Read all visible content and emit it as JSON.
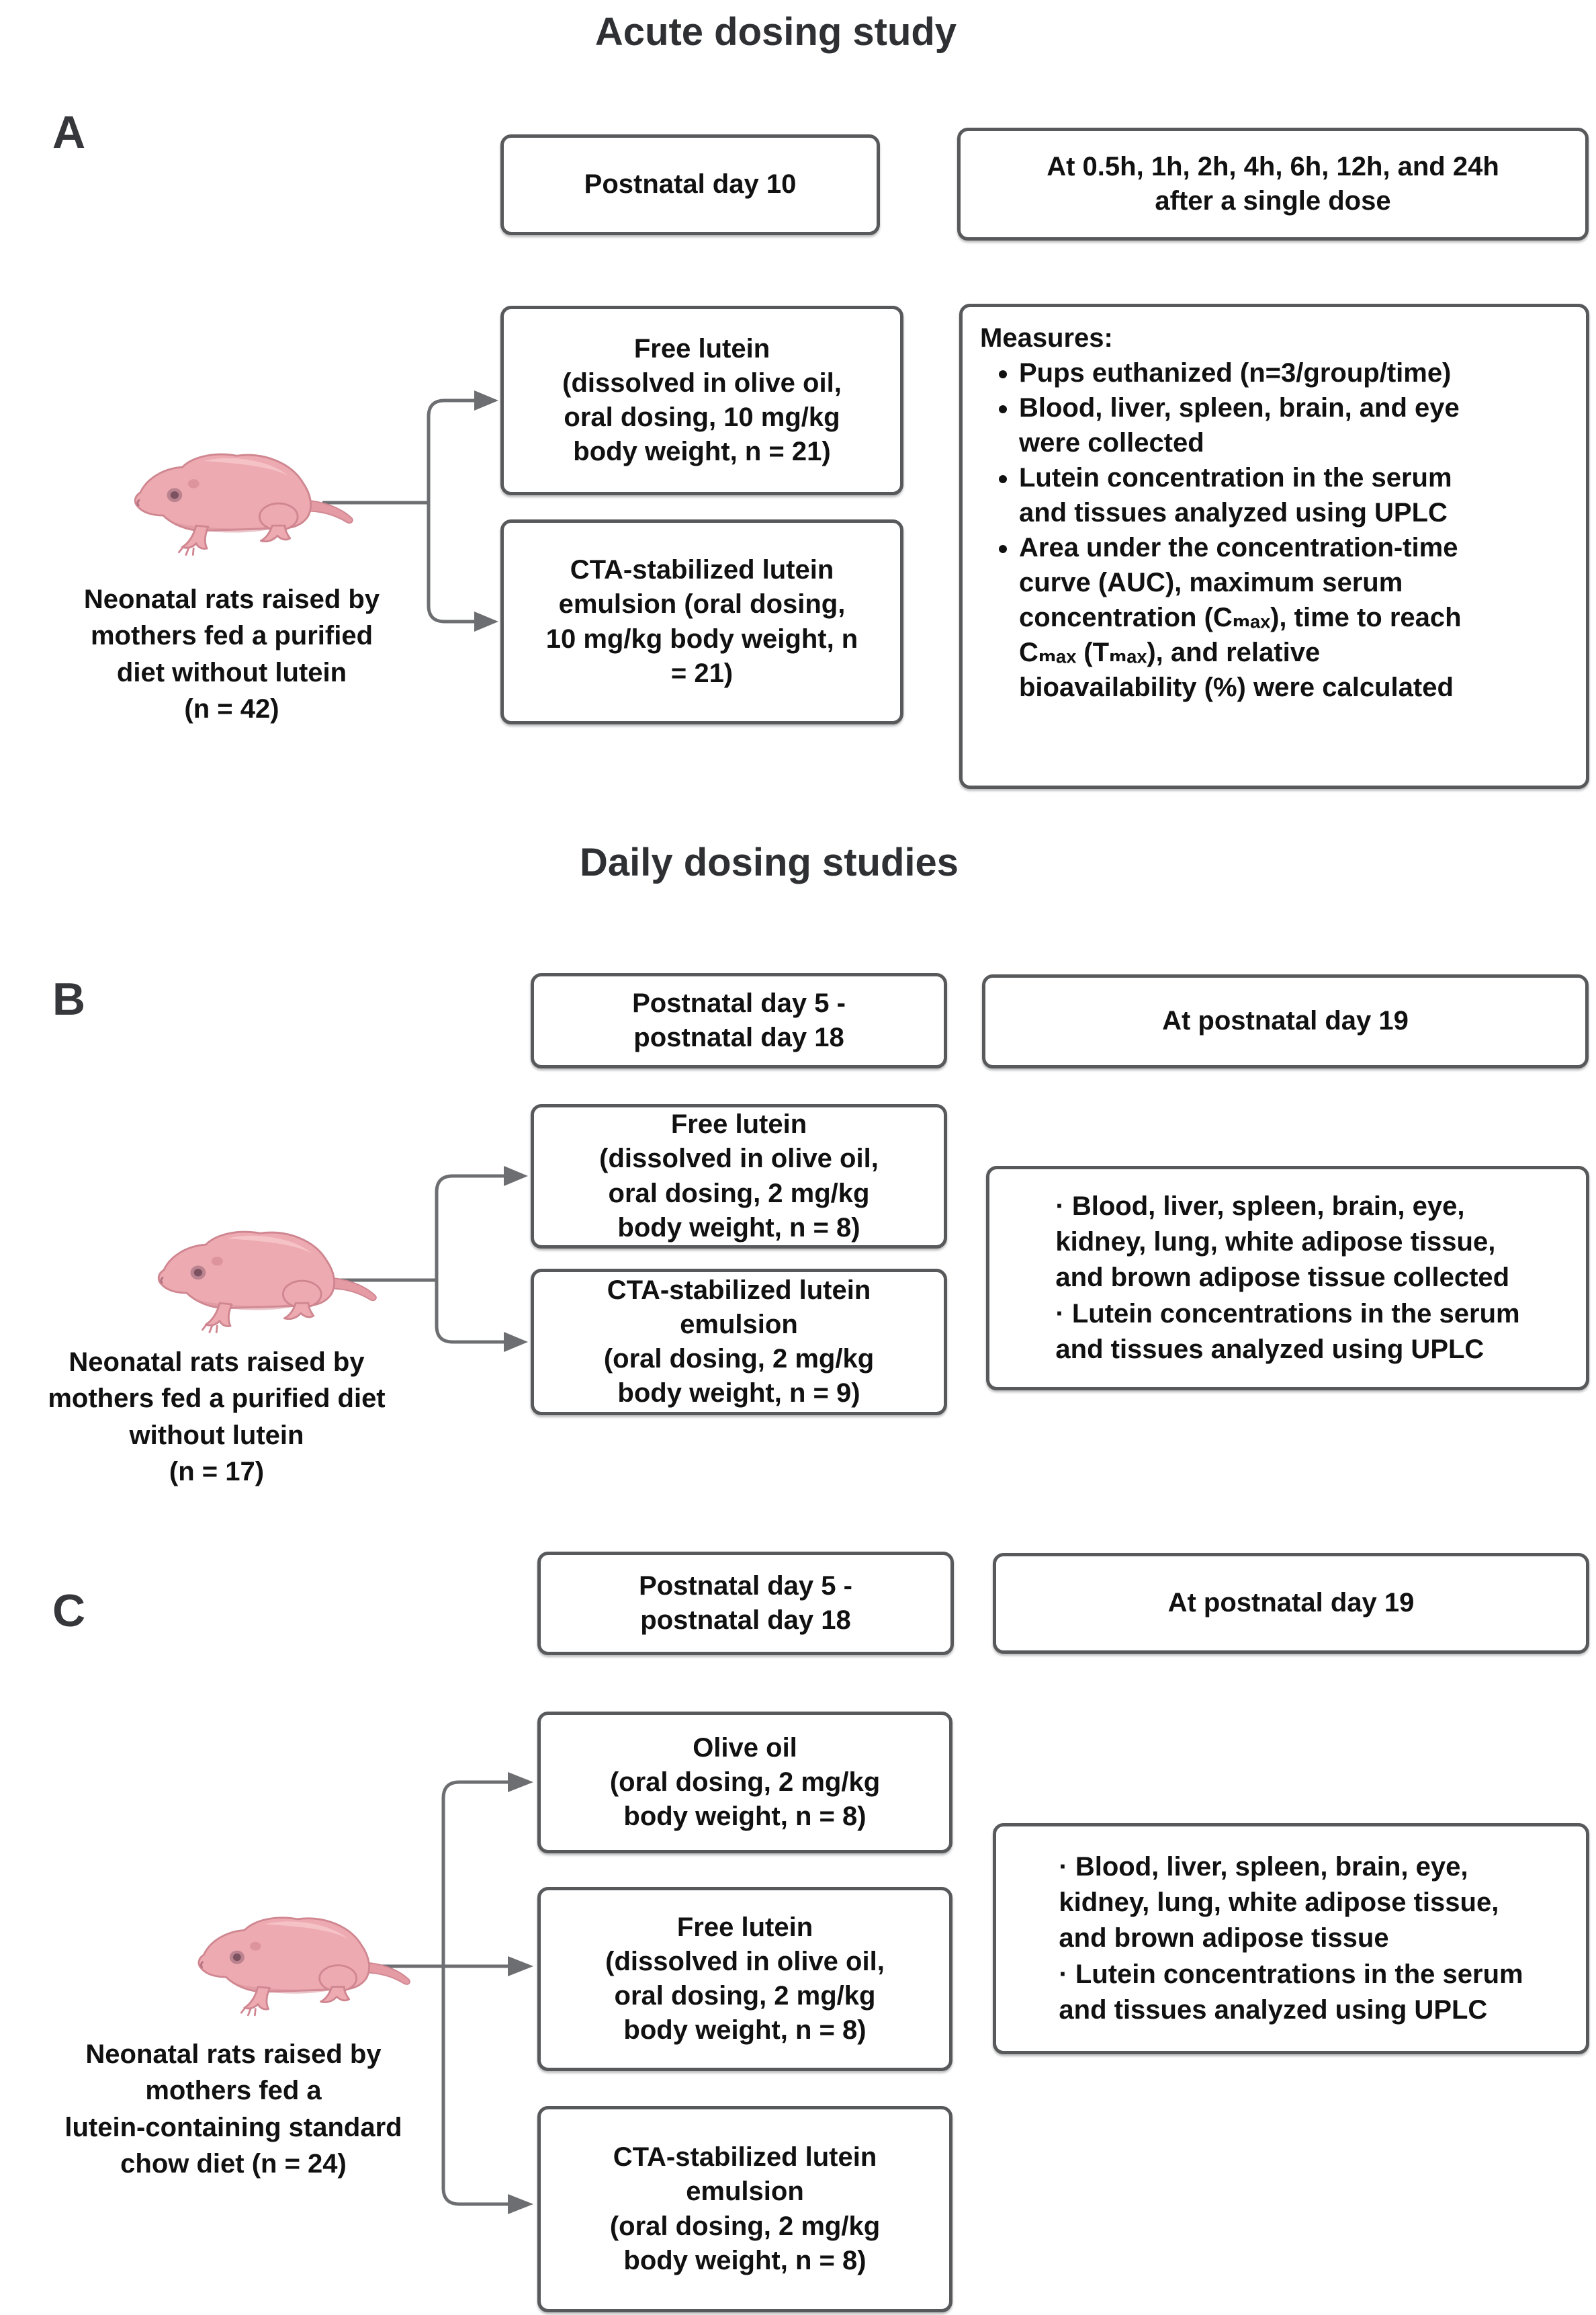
{
  "colors": {
    "box_border": "#58595b",
    "connector": "#6d6e71",
    "rat_body": "#edaab0",
    "rat_outline": "#cf8690",
    "text": "#111111"
  },
  "acute": {
    "title": "Acute dosing study",
    "label": "A",
    "cohort": "Neonatal rats raised by\nmothers fed a purified\ndiet without lutein\n(n = 42)",
    "dosing_day": "Postnatal day 10",
    "timepoints": "At 0.5h, 1h, 2h, 4h, 6h, 12h, and 24h\nafter a single dose",
    "group1": "Free lutein\n(dissolved in olive oil,\noral dosing, 10 mg/kg\nbody weight, n = 21)",
    "group2": "CTA-stabilized lutein\nemulsion (oral dosing,\n10 mg/kg body weight, n\n= 21)",
    "measures_title": "Measures:",
    "measures": [
      "Pups euthanized (n=3/group/time)",
      "Blood, liver, spleen, brain, and eye\nwere collected",
      "Lutein concentration in the serum\nand tissues analyzed using UPLC",
      "Area under the concentration-time\ncurve (AUC), maximum serum\nconcentration (Cₘₐₓ), time to reach\nCₘₐₓ (Tₘₐₓ), and relative\nbioavailability (%) were calculated"
    ]
  },
  "daily": {
    "title": "Daily dosing studies",
    "b": {
      "label": "B",
      "cohort": "Neonatal rats raised by\nmothers fed a purified diet\nwithout lutein\n(n = 17)",
      "dosing_days": "Postnatal day 5 -\npostnatal day 18",
      "endpoint_day": "At postnatal day 19",
      "group1": "Free lutein\n(dissolved in olive oil,\noral dosing, 2 mg/kg\nbody weight, n = 8)",
      "group2": "CTA-stabilized lutein\nemulsion\n(oral dosing, 2 mg/kg\nbody weight, n = 9)",
      "measures": "· Blood, liver, spleen, brain, eye,\nkidney, lung, white adipose tissue,\nand brown adipose tissue collected\n·  Lutein concentrations in the serum\nand tissues analyzed using UPLC"
    },
    "c": {
      "label": "C",
      "cohort": "Neonatal rats raised by\nmothers fed a\nlutein-containing standard\nchow diet (n = 24)",
      "dosing_days": "Postnatal day 5 -\npostnatal day 18",
      "endpoint_day": "At postnatal day 19",
      "group1": "Olive oil\n(oral dosing, 2 mg/kg\nbody weight, n = 8)",
      "group2": "Free lutein\n(dissolved in olive oil,\noral dosing, 2 mg/kg\nbody weight, n = 8)",
      "group3": "CTA-stabilized lutein\nemulsion\n(oral dosing, 2 mg/kg\nbody weight, n = 8)",
      "measures": "· Blood, liver, spleen, brain, eye,\nkidney, lung, white adipose tissue,\nand brown adipose tissue\n·  Lutein concentrations in the serum\nand tissues analyzed using UPLC"
    }
  }
}
